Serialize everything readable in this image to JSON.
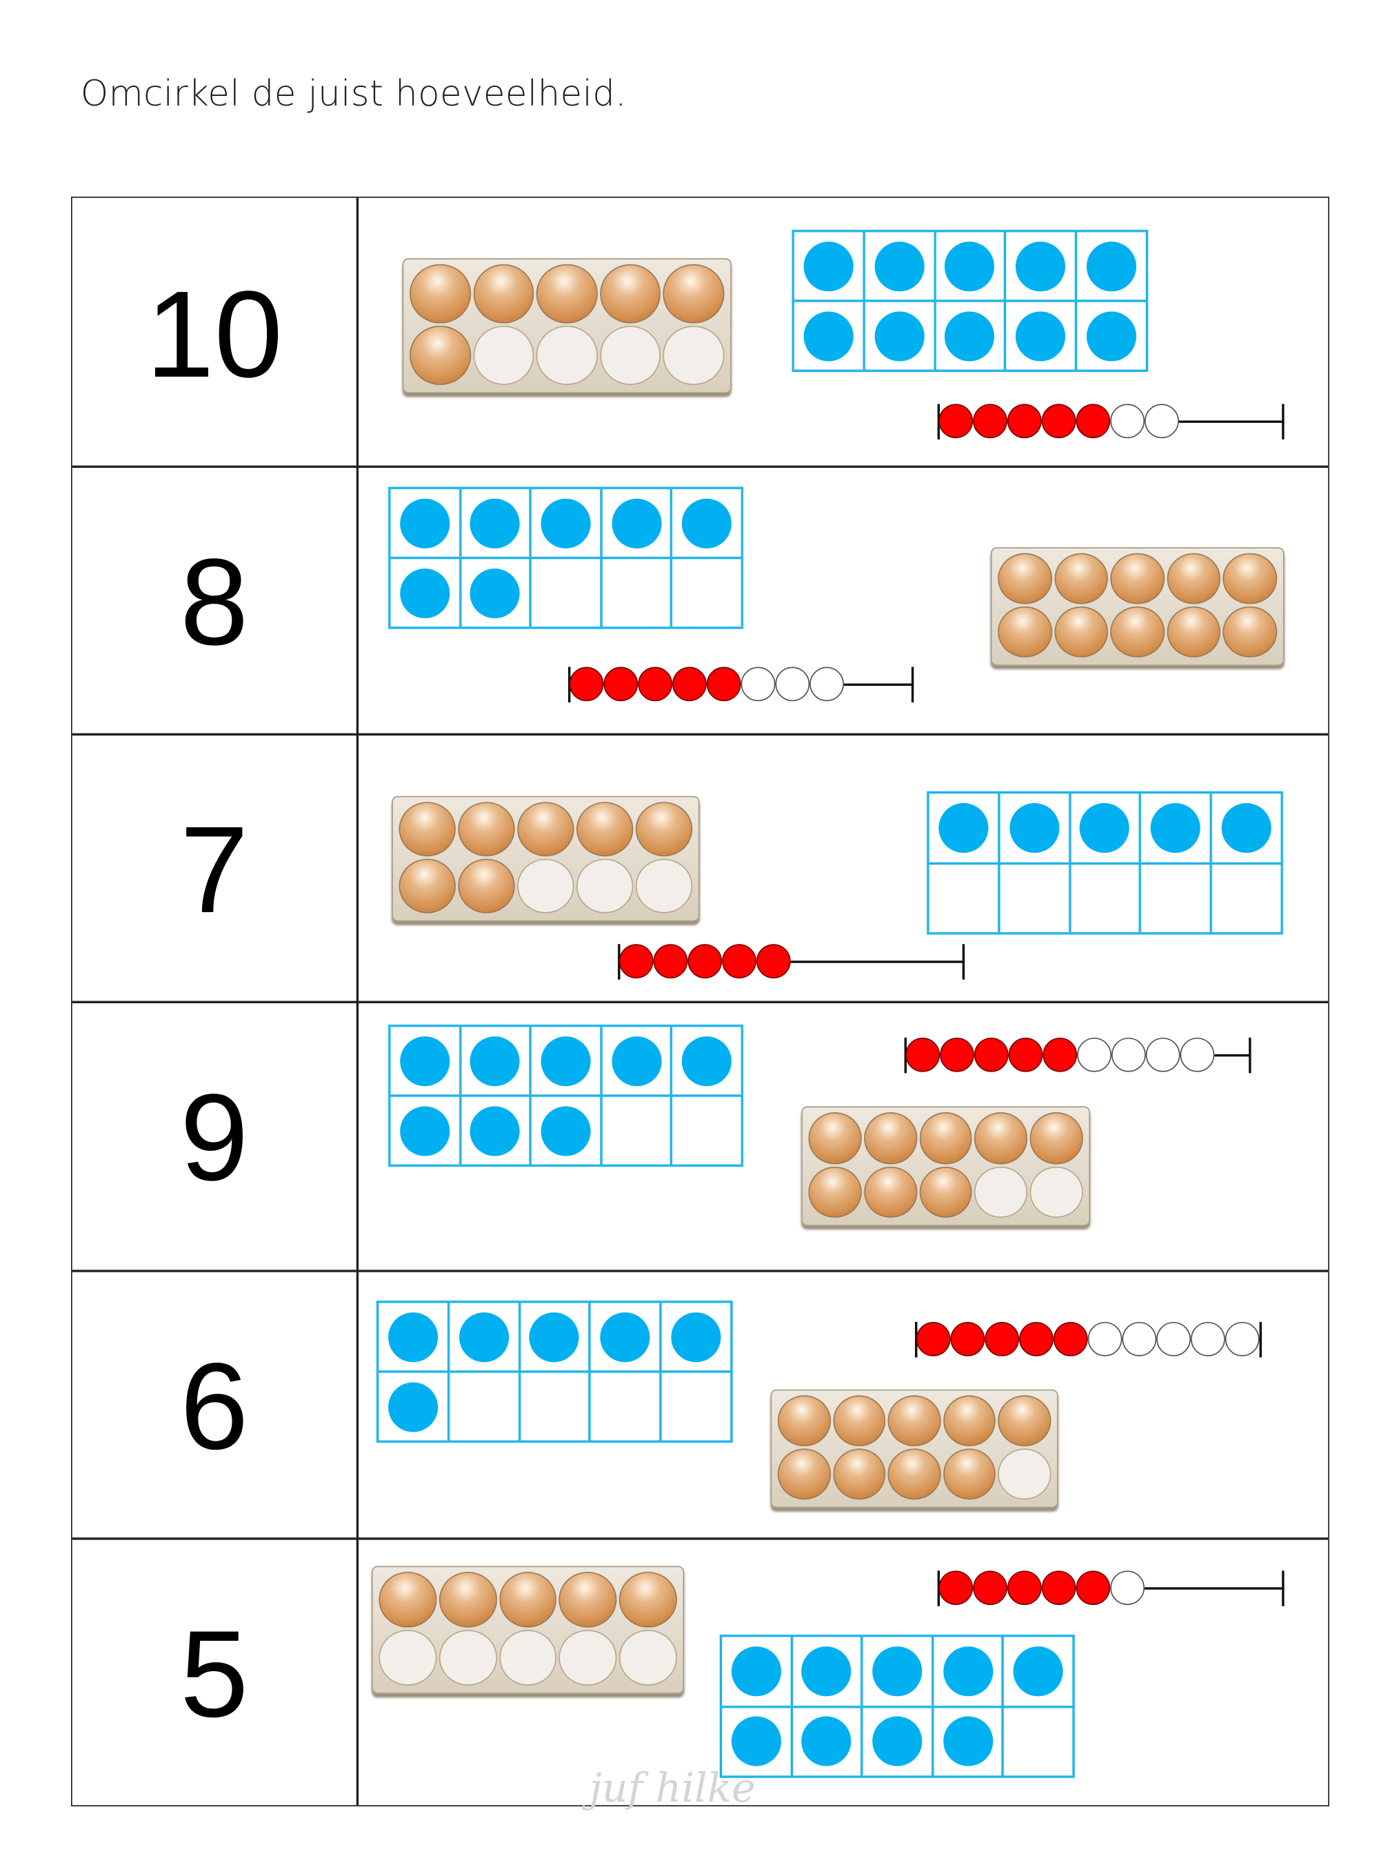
{
  "instruction": "Omcirkel de juist hoeveelheid.",
  "watermark": "juf hilke",
  "colors": {
    "dot": "#00b0f0",
    "bead_red": "#ff0000",
    "frame": "#1ab2ea"
  },
  "rows": [
    {
      "number": "10",
      "eggs": 6,
      "tenframe_dots": 10,
      "beads_red": 5,
      "beads_white": 2
    },
    {
      "number": "8",
      "eggs": 10,
      "tenframe_dots": 7,
      "beads_red": 5,
      "beads_white": 3
    },
    {
      "number": "7",
      "eggs": 7,
      "tenframe_dots": 5,
      "beads_red": 5,
      "beads_white": 0
    },
    {
      "number": "9",
      "eggs": 8,
      "tenframe_dots": 8,
      "beads_red": 5,
      "beads_white": 4
    },
    {
      "number": "6",
      "eggs": 9,
      "tenframe_dots": 6,
      "beads_red": 5,
      "beads_white": 5
    },
    {
      "number": "5",
      "eggs": 5,
      "tenframe_dots": 9,
      "beads_red": 5,
      "beads_white": 1
    }
  ]
}
